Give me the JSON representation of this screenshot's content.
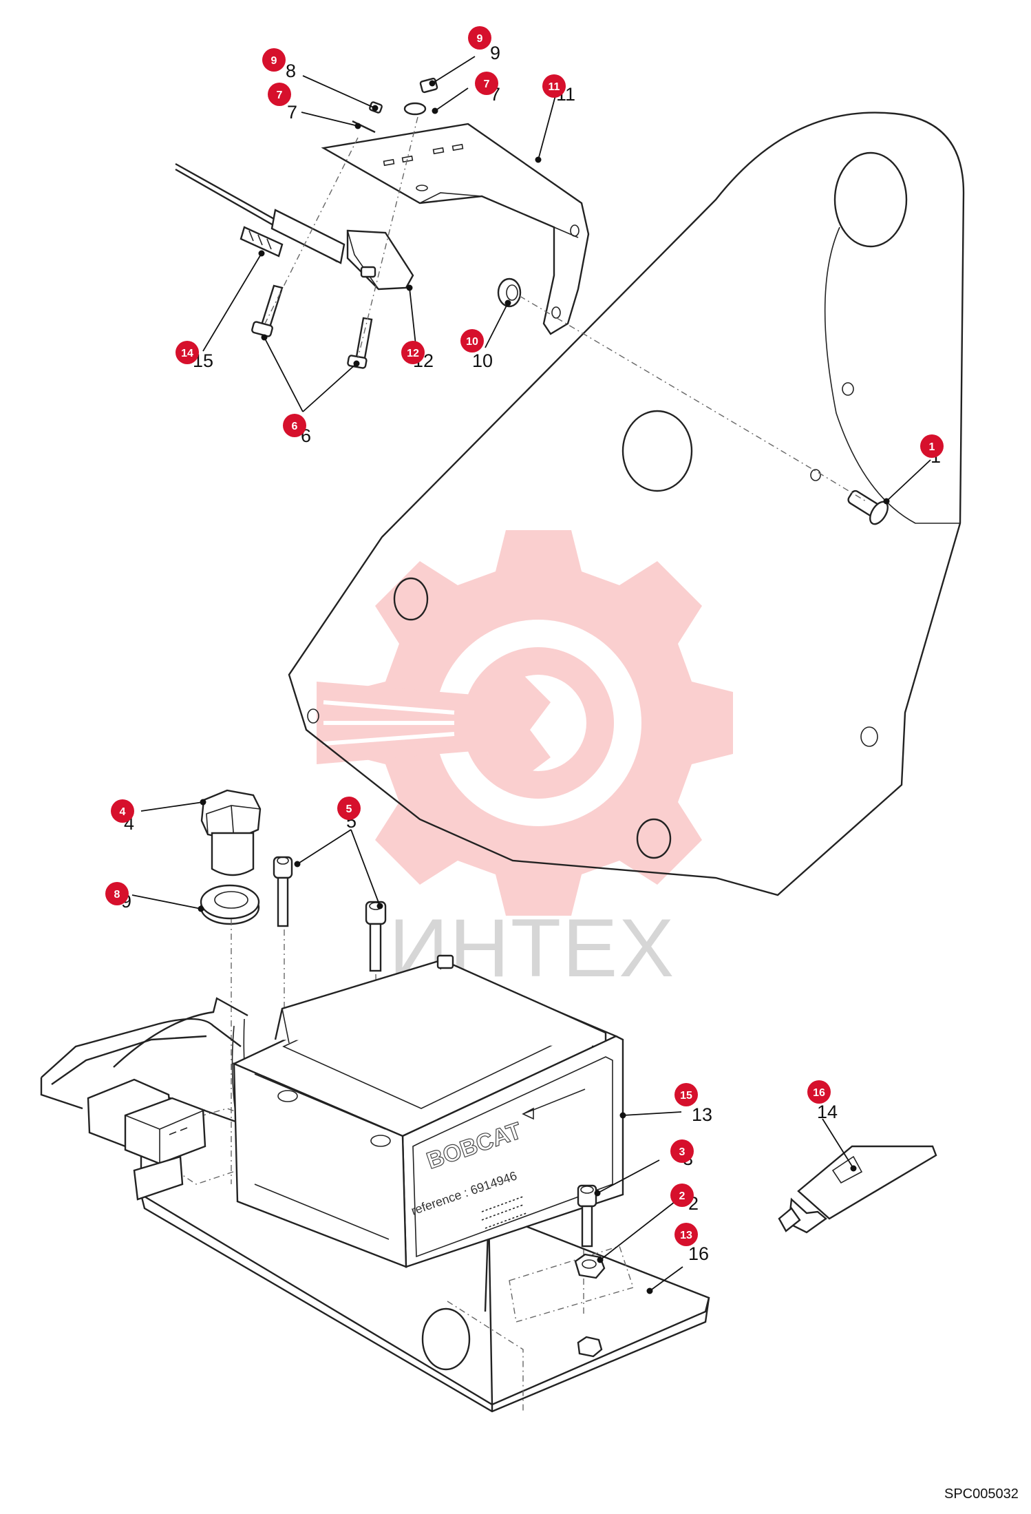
{
  "diagram_code": "SPC005032",
  "watermark": {
    "text": "ИНТЕХ",
    "color": "#f7b2b2"
  },
  "badge_color": "#d6102c",
  "part_callouts": [
    {
      "id": "1",
      "label": "1"
    },
    {
      "id": "2",
      "label": "2"
    },
    {
      "id": "3",
      "label": "3"
    },
    {
      "id": "4",
      "label": "4"
    },
    {
      "id": "5",
      "label": "5"
    },
    {
      "id": "6",
      "label": "6"
    },
    {
      "id": "7a",
      "label": "7"
    },
    {
      "id": "7b",
      "label": "7"
    },
    {
      "id": "8",
      "label": "8"
    },
    {
      "id": "9a",
      "label": "9"
    },
    {
      "id": "9b",
      "label": "9"
    },
    {
      "id": "10",
      "label": "10"
    },
    {
      "id": "11",
      "label": "11"
    },
    {
      "id": "12",
      "label": "12"
    },
    {
      "id": "13",
      "label": "13"
    },
    {
      "id": "14",
      "label": "14"
    },
    {
      "id": "15",
      "label": "15"
    },
    {
      "id": "16",
      "label": "16"
    }
  ],
  "box_labels": {
    "brand": "BOBCAT",
    "reference": "reference : 6914946"
  }
}
